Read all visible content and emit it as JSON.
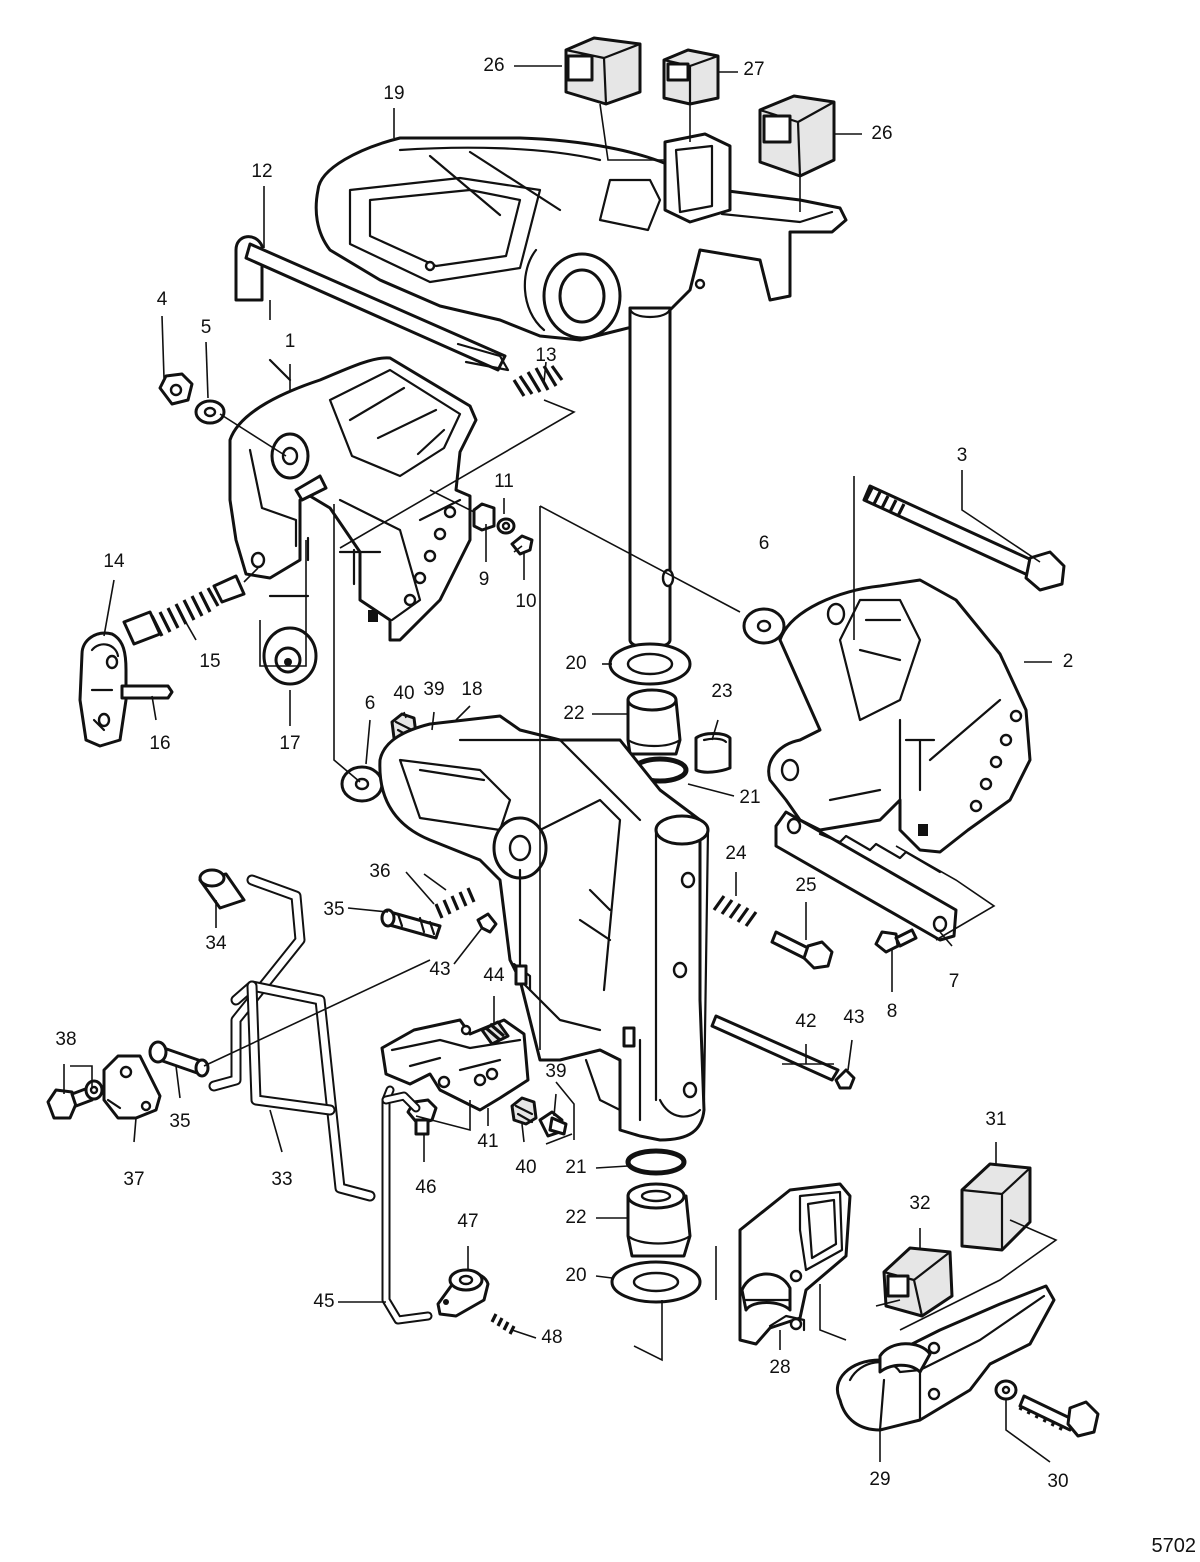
{
  "diagram": {
    "figure_number": "5702",
    "callouts": [
      {
        "id": "c1",
        "label": "1"
      },
      {
        "id": "c2",
        "label": "2"
      },
      {
        "id": "c3",
        "label": "3"
      },
      {
        "id": "c4",
        "label": "4"
      },
      {
        "id": "c5",
        "label": "5"
      },
      {
        "id": "c6a",
        "label": "6"
      },
      {
        "id": "c6b",
        "label": "6"
      },
      {
        "id": "c7",
        "label": "7"
      },
      {
        "id": "c8",
        "label": "8"
      },
      {
        "id": "c9",
        "label": "9"
      },
      {
        "id": "c10",
        "label": "10"
      },
      {
        "id": "c11",
        "label": "11"
      },
      {
        "id": "c12",
        "label": "12"
      },
      {
        "id": "c13",
        "label": "13"
      },
      {
        "id": "c14",
        "label": "14"
      },
      {
        "id": "c15",
        "label": "15"
      },
      {
        "id": "c16",
        "label": "16"
      },
      {
        "id": "c17",
        "label": "17"
      },
      {
        "id": "c18",
        "label": "18"
      },
      {
        "id": "c19",
        "label": "19"
      },
      {
        "id": "c20a",
        "label": "20"
      },
      {
        "id": "c20b",
        "label": "20"
      },
      {
        "id": "c21a",
        "label": "21"
      },
      {
        "id": "c21b",
        "label": "21"
      },
      {
        "id": "c22a",
        "label": "22"
      },
      {
        "id": "c22b",
        "label": "22"
      },
      {
        "id": "c23",
        "label": "23"
      },
      {
        "id": "c24",
        "label": "24"
      },
      {
        "id": "c25",
        "label": "25"
      },
      {
        "id": "c26a",
        "label": "26"
      },
      {
        "id": "c26b",
        "label": "26"
      },
      {
        "id": "c27",
        "label": "27"
      },
      {
        "id": "c28",
        "label": "28"
      },
      {
        "id": "c29",
        "label": "29"
      },
      {
        "id": "c30",
        "label": "30"
      },
      {
        "id": "c31",
        "label": "31"
      },
      {
        "id": "c32",
        "label": "32"
      },
      {
        "id": "c33",
        "label": "33"
      },
      {
        "id": "c34",
        "label": "34"
      },
      {
        "id": "c35a",
        "label": "35"
      },
      {
        "id": "c35b",
        "label": "35"
      },
      {
        "id": "c36",
        "label": "36"
      },
      {
        "id": "c37",
        "label": "37"
      },
      {
        "id": "c38",
        "label": "38"
      },
      {
        "id": "c39a",
        "label": "39"
      },
      {
        "id": "c39b",
        "label": "39"
      },
      {
        "id": "c40a",
        "label": "40"
      },
      {
        "id": "c40b",
        "label": "40"
      },
      {
        "id": "c41",
        "label": "41"
      },
      {
        "id": "c42",
        "label": "42"
      },
      {
        "id": "c43a",
        "label": "43"
      },
      {
        "id": "c43b",
        "label": "43"
      },
      {
        "id": "c44",
        "label": "44"
      },
      {
        "id": "c45",
        "label": "45"
      },
      {
        "id": "c46",
        "label": "46"
      },
      {
        "id": "c47",
        "label": "47"
      },
      {
        "id": "c48",
        "label": "48"
      }
    ]
  }
}
